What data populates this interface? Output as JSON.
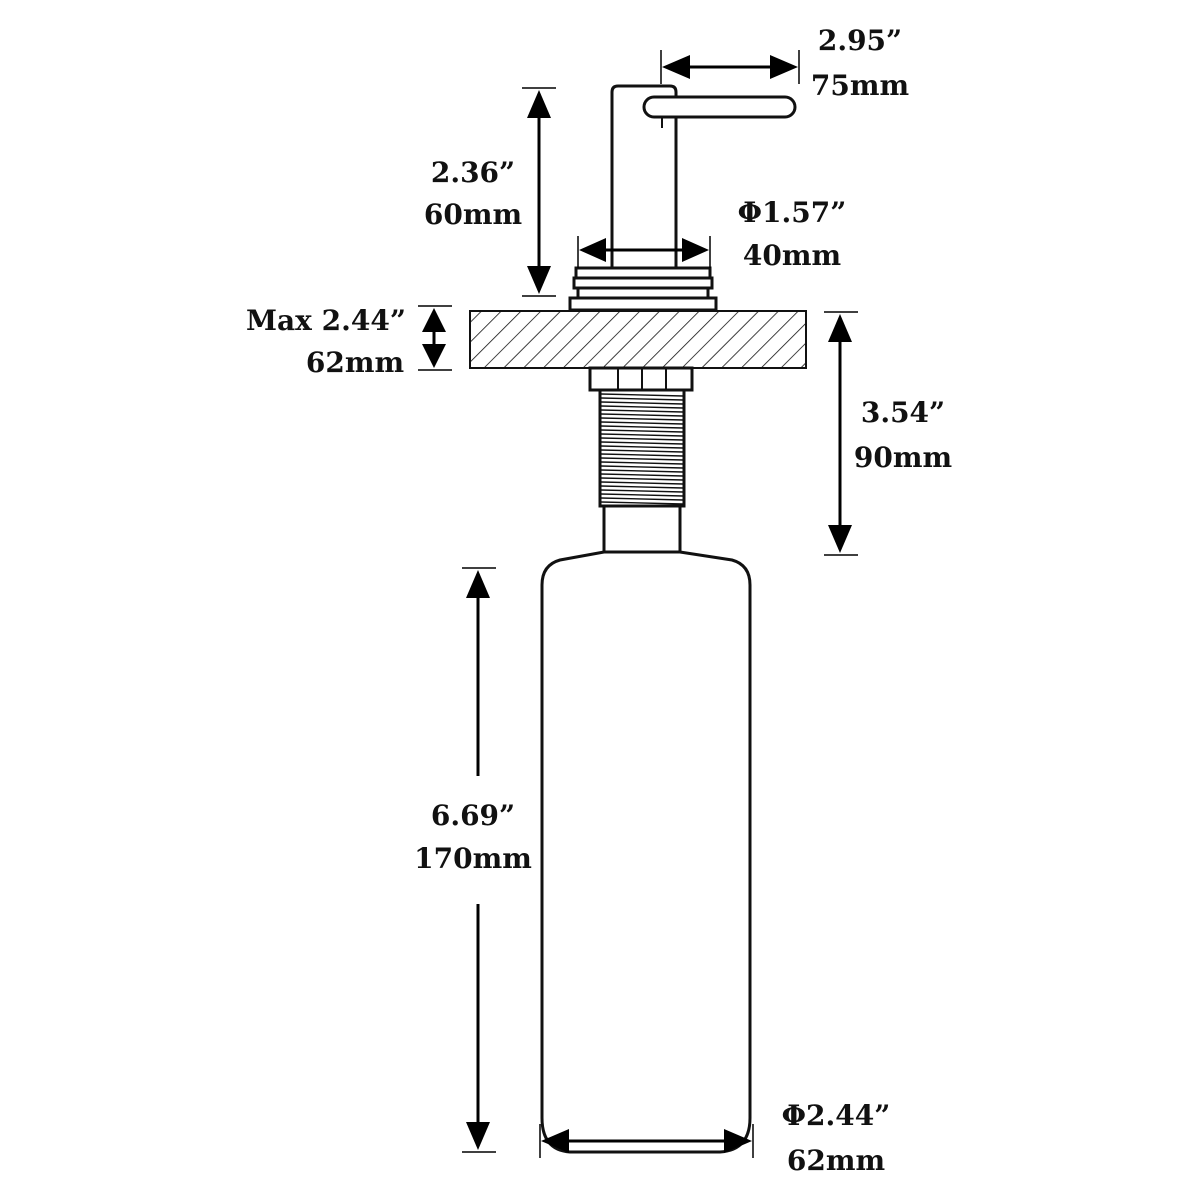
{
  "dimensions": {
    "spout_reach": {
      "inch": "2.95”",
      "mm": "75mm"
    },
    "spout_height": {
      "inch": "2.36”",
      "mm": "60mm"
    },
    "flange_diameter": {
      "inch": "Φ1.57”",
      "mm": "40mm"
    },
    "max_counter_thickness": {
      "inch": "Max 2.44”",
      "mm": "62mm"
    },
    "shank_length": {
      "inch": "3.54”",
      "mm": "90mm"
    },
    "bottle_height": {
      "inch": "6.69”",
      "mm": "170mm"
    },
    "bottle_diameter": {
      "inch": "Φ2.44”",
      "mm": "62mm"
    }
  }
}
